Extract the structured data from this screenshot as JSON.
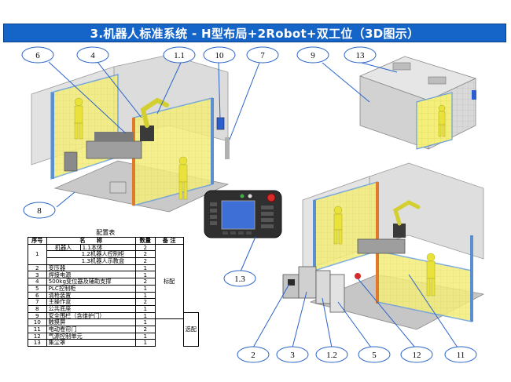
{
  "title": "3.机器人标准系统 - H型布局+2Robot+双工位（3D图示）",
  "callouts": {
    "c6": "6",
    "c4": "4",
    "c11a": "1.1",
    "c10": "10",
    "c7": "7",
    "c9": "9",
    "c13": "13",
    "c8": "8",
    "c13b": "1.3",
    "c2": "2",
    "c3": "3",
    "c12b": "1.2",
    "c5": "5",
    "c12": "12",
    "c11": "11"
  },
  "table": {
    "caption": "配置表",
    "headers": [
      "序号",
      "名　　称",
      "数量",
      "备 注"
    ],
    "group1_label": "机器人",
    "robot_rows": [
      {
        "name": "1.1本体",
        "qty": "2"
      },
      {
        "name": "1.2机器人控制柜",
        "qty": "2"
      },
      {
        "name": "1.3机器人示教盒",
        "qty": "2"
      }
    ],
    "rows": [
      {
        "no": "2",
        "name": "变压器",
        "qty": "1"
      },
      {
        "no": "3",
        "name": "焊接电源",
        "qty": "1"
      },
      {
        "no": "4",
        "name": "500kg变位器及辅助支撑",
        "qty": "2"
      },
      {
        "no": "5",
        "name": "PLC控制柜",
        "qty": "1"
      },
      {
        "no": "6",
        "name": "清枪装置",
        "qty": "1"
      },
      {
        "no": "7",
        "name": "主操作盒",
        "qty": "2"
      },
      {
        "no": "8",
        "name": "公共底座",
        "qty": "1"
      },
      {
        "no": "9",
        "name": "安全围栏（含维护门）",
        "qty": "1"
      },
      {
        "no": "10",
        "name": "触摸屏",
        "qty": "1"
      },
      {
        "no": "11",
        "name": "电动卷帘门",
        "qty": "2"
      },
      {
        "no": "12",
        "name": "气源控制单元",
        "qty": "1"
      },
      {
        "no": "13",
        "name": "集尘罩",
        "qty": "1"
      }
    ],
    "note_standard": "标配",
    "note_optional": "选配"
  },
  "colors": {
    "title_bg": "#1565c8",
    "fence_yellow": "#f4ee7a",
    "frame_gray": "#b9b9b9",
    "robot_yellow": "#e8e23a",
    "callout_line": "#2a64c8"
  }
}
